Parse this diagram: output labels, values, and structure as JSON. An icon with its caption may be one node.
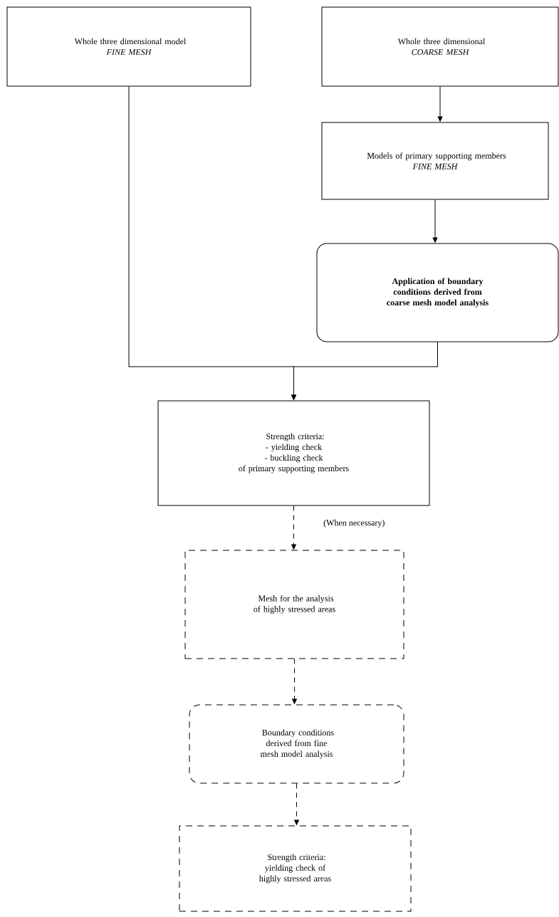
{
  "diagram": {
    "nodes": [
      {
        "text": [
          "Whole three dimensional model",
          "FINE MESH"
        ]
      },
      {
        "text": [
          "Whole three dimensional",
          "COARSE MESH"
        ]
      },
      {
        "text": [
          "Models of primary supporting members",
          "FINE MESH"
        ]
      },
      {
        "text": [
          "Application of boundary conditions derived from coarse mesh model analysis"
        ]
      },
      {
        "text": [
          "Strength criteria:",
          "- yielding check",
          "- buckling check",
          "of primary supporting members"
        ]
      },
      {
        "text": [
          "Mesh for the analysis of highly stressed areas"
        ]
      },
      {
        "text": [
          "Boundary conditions derived from fine mesh model analysis"
        ]
      },
      {
        "text": [
          "Strength criteria: yielding check of highly stressed areas"
        ]
      }
    ],
    "edges": [
      {
        "from": 0,
        "to": 4,
        "arrow": "to"
      },
      {
        "from": 1,
        "to": 2,
        "arrow": "to"
      },
      {
        "from": 2,
        "to": 3,
        "arrow": "to"
      },
      {
        "from": 3,
        "to": 4,
        "arrow": "to"
      },
      {
        "from": 4,
        "to": 5,
        "arrow": "to",
        "label": "(When necessary)",
        "style": "dashed"
      },
      {
        "from": 5,
        "to": 6,
        "arrow": "to",
        "style": "dashed"
      },
      {
        "from": 6,
        "to": 7,
        "arrow": "to",
        "style": "dashed"
      }
    ]
  }
}
